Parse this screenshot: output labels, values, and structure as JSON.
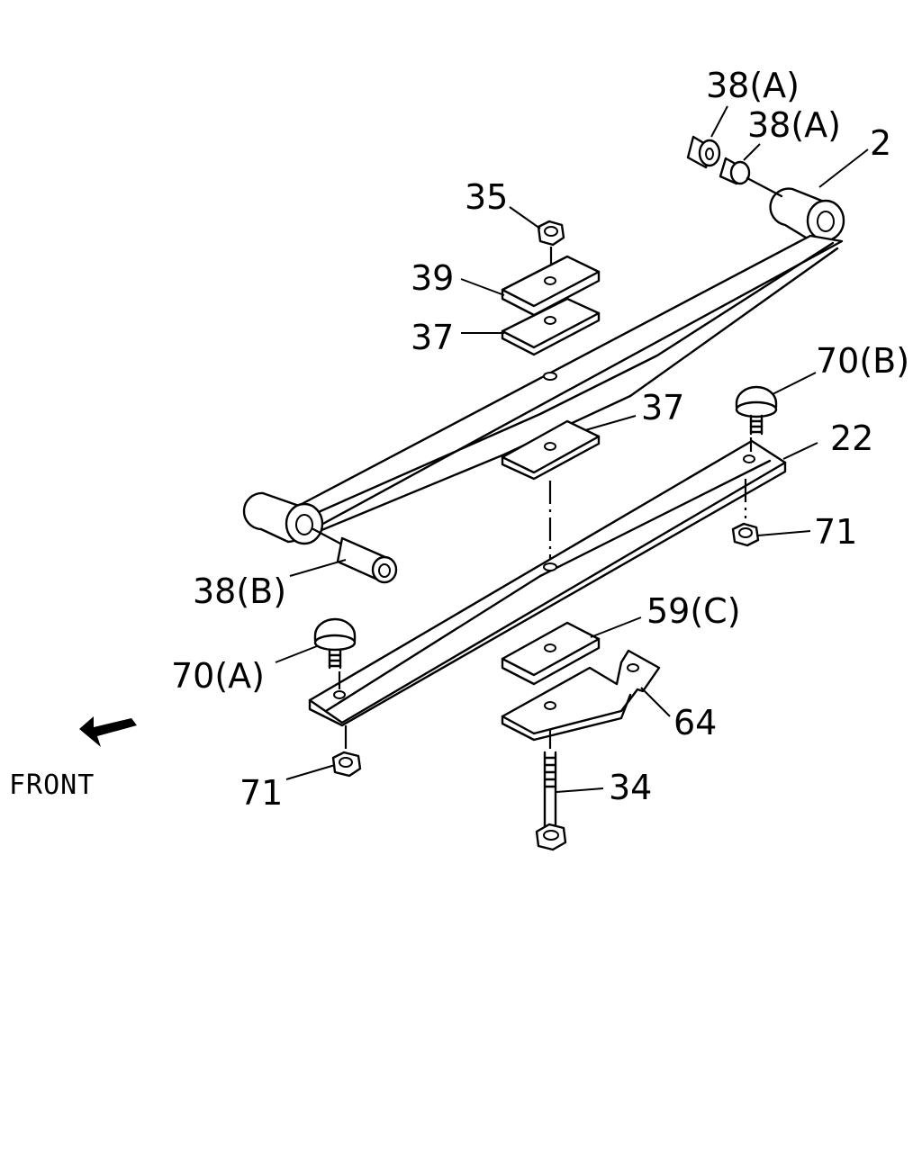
{
  "diagram": {
    "front_label": "FRONT",
    "parts": [
      {
        "id": "p38a1",
        "label": "38(A)"
      },
      {
        "id": "p38a2",
        "label": "38(A)"
      },
      {
        "id": "p2",
        "label": "2"
      },
      {
        "id": "p35",
        "label": "35"
      },
      {
        "id": "p39",
        "label": "39"
      },
      {
        "id": "p37a",
        "label": "37"
      },
      {
        "id": "p70b",
        "label": "70(B)"
      },
      {
        "id": "p37b",
        "label": "37"
      },
      {
        "id": "p22",
        "label": "22"
      },
      {
        "id": "p71a",
        "label": "71"
      },
      {
        "id": "p38b",
        "label": "38(B)"
      },
      {
        "id": "p59c",
        "label": "59(C)"
      },
      {
        "id": "p70a",
        "label": "70(A)"
      },
      {
        "id": "p64",
        "label": "64"
      },
      {
        "id": "p34",
        "label": "34"
      },
      {
        "id": "p71b",
        "label": "71"
      }
    ]
  }
}
